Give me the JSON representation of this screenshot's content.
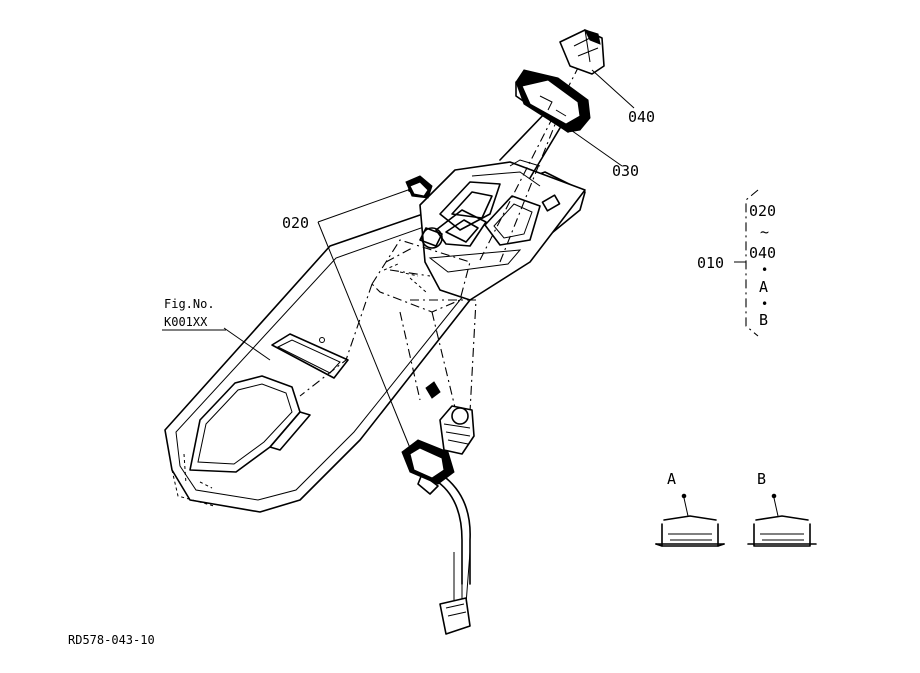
{
  "parts": {
    "p040": "040",
    "p030": "030",
    "p020": "020",
    "p010": "010"
  },
  "kit": {
    "top": "020",
    "tilde": "~",
    "bottom": "040",
    "dot1": "•",
    "a": "A",
    "dot2": "•",
    "b": "B"
  },
  "fig": {
    "line1": "Fig.No.",
    "line2": "K001XX"
  },
  "details": {
    "a_label": "A",
    "b_label": "B"
  },
  "drawing_id": "RD578-043-10"
}
